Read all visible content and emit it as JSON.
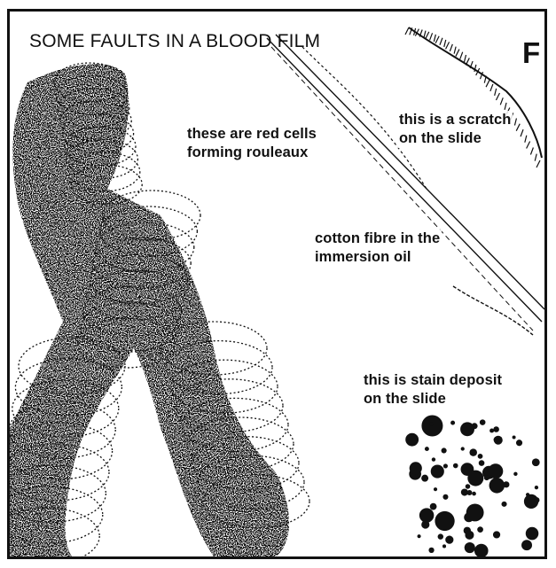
{
  "figure": {
    "title": "SOME FAULTS IN A BLOOD FILM",
    "panel_letter": "F",
    "labels": {
      "rouleaux": [
        "these are red cells",
        "forming rouleaux"
      ],
      "scratch": [
        "this is a scratch",
        "on the slide"
      ],
      "fibre": [
        "cotton fibre in the",
        "immersion oil"
      ],
      "stain": [
        "this is stain deposit",
        "on the slide"
      ]
    }
  },
  "colors": {
    "ink": "#111111",
    "background": "#ffffff"
  }
}
